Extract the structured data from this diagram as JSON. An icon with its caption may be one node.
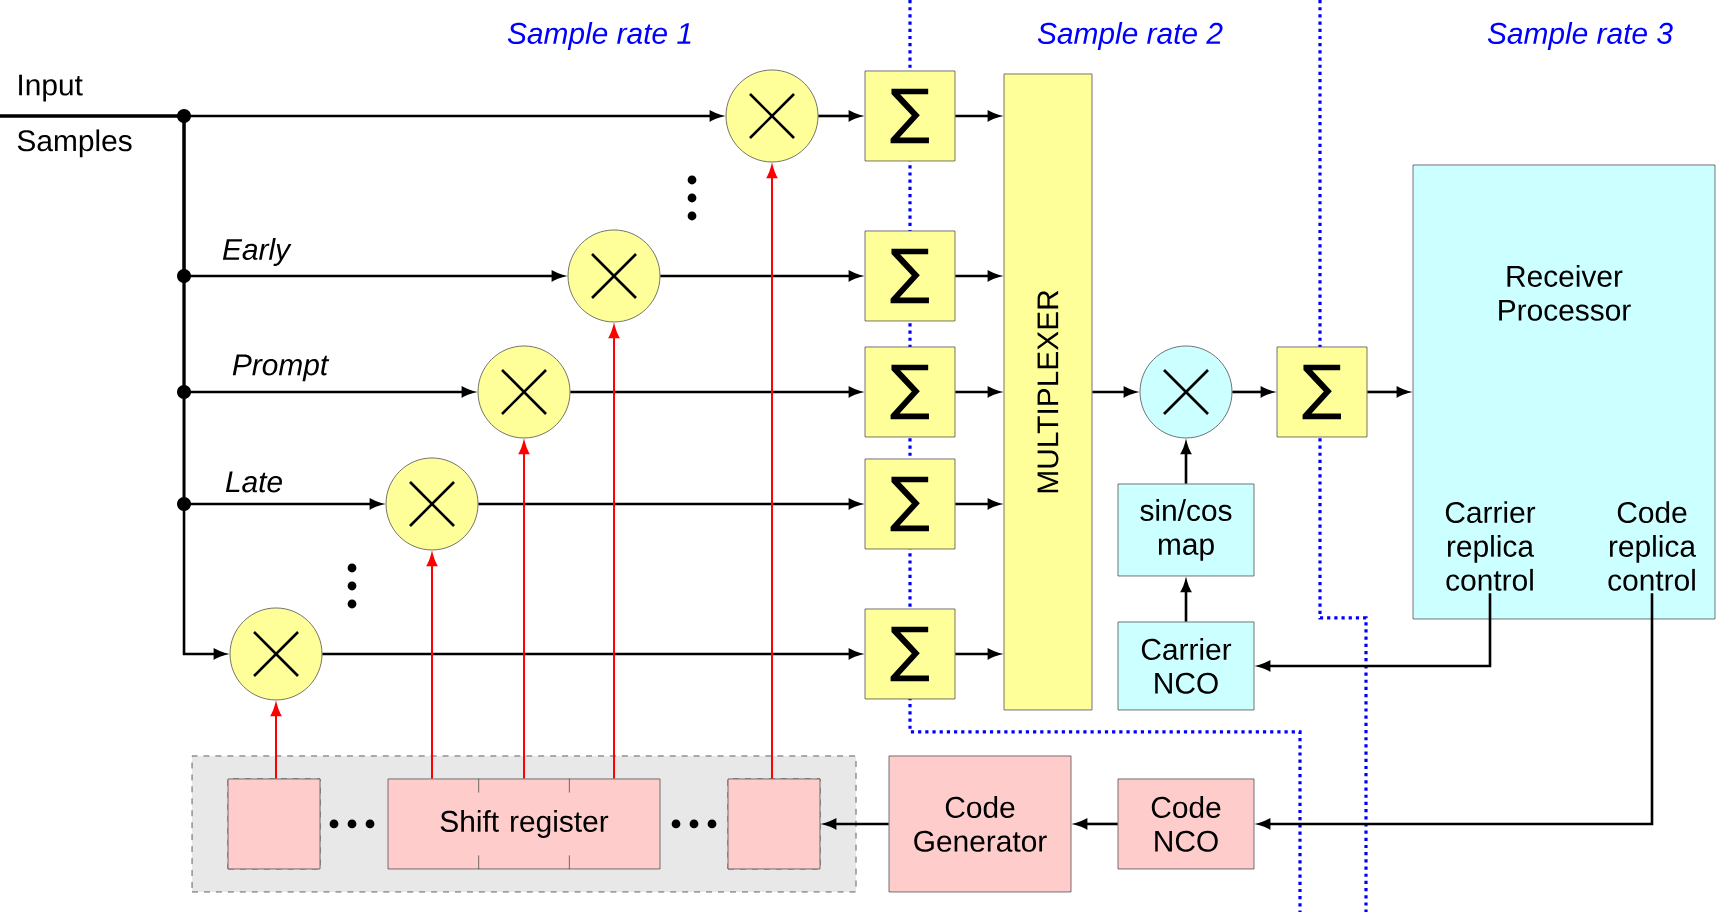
{
  "diagram": {
    "nodes": [
      {
        "text": [
          "Input Samples"
        ]
      },
      {
        "text": [],
        "shape": "circle"
      },
      {
        "text": [],
        "shape": "circle"
      },
      {
        "text": [],
        "shape": "circle"
      },
      {
        "text": [],
        "shape": "circle"
      },
      {
        "text": [],
        "shape": "circle"
      },
      {
        "text": [
          "∑"
        ]
      },
      {
        "text": [
          "∑"
        ]
      },
      {
        "text": [
          "∑"
        ]
      },
      {
        "text": [
          "∑"
        ]
      },
      {
        "text": [
          "∑"
        ]
      },
      {
        "text": [
          "MULTIPLEXER"
        ]
      },
      {
        "text": [],
        "shape": "circle"
      },
      {
        "text": [
          "sin/cos map"
        ]
      },
      {
        "text": [
          "Carrier NCO"
        ]
      },
      {
        "text": [
          "∑"
        ]
      },
      {
        "text": [
          "Receiver Processor"
        ]
      },
      {
        "text": [
          "Carrier replica control"
        ],
        "in": 16
      },
      {
        "text": [
          "Code replica control"
        ],
        "in": 16
      },
      {
        "text": [
          "Code NCO"
        ]
      },
      {
        "text": [
          "Code Generator"
        ]
      },
      {
        "text": [],
        "shape": "box"
      },
      {
        "text": [],
        "shape": "box",
        "in": 21
      },
      {
        "text": [
          "Shift register"
        ],
        "in": 21
      },
      {
        "text": [],
        "shape": "box",
        "in": 21
      }
    ],
    "edges": [
      {
        "from": 0,
        "to": 1,
        "arrow": "to"
      },
      {
        "from": 0,
        "to": 2,
        "arrow": "to",
        "label": "Early"
      },
      {
        "from": 0,
        "to": 3,
        "arrow": "to",
        "label": "Prompt"
      },
      {
        "from": 0,
        "to": 4,
        "arrow": "to",
        "label": "Late"
      },
      {
        "from": 0,
        "to": 5,
        "arrow": "to"
      },
      {
        "from": 1,
        "to": 6,
        "arrow": "to"
      },
      {
        "from": 2,
        "to": 7,
        "arrow": "to"
      },
      {
        "from": 3,
        "to": 8,
        "arrow": "to"
      },
      {
        "from": 4,
        "to": 9,
        "arrow": "to"
      },
      {
        "from": 5,
        "to": 10,
        "arrow": "to"
      },
      {
        "from": 6,
        "to": 11,
        "arrow": "to"
      },
      {
        "from": 7,
        "to": 11,
        "arrow": "to"
      },
      {
        "from": 8,
        "to": 11,
        "arrow": "to"
      },
      {
        "from": 9,
        "to": 11,
        "arrow": "to"
      },
      {
        "from": 10,
        "to": 11,
        "arrow": "to"
      },
      {
        "from": 11,
        "to": 12,
        "arrow": "to"
      },
      {
        "from": 12,
        "to": 15,
        "arrow": "to"
      },
      {
        "from": 15,
        "to": 16,
        "arrow": "to"
      },
      {
        "from": 13,
        "to": 12,
        "arrow": "to"
      },
      {
        "from": 14,
        "to": 13,
        "arrow": "to"
      },
      {
        "from": 17,
        "to": 14,
        "arrow": "to"
      },
      {
        "from": 18,
        "to": 19,
        "arrow": "to"
      },
      {
        "from": 19,
        "to": 20,
        "arrow": "to"
      },
      {
        "from": 20,
        "to": 24,
        "arrow": "to"
      },
      {
        "from": 22,
        "to": 5,
        "arrow": "to",
        "color": "#ff0000"
      },
      {
        "from": 23,
        "to": 4,
        "arrow": "to",
        "color": "#ff0000"
      },
      {
        "from": 23,
        "to": 3,
        "arrow": "to",
        "color": "#ff0000"
      },
      {
        "from": 23,
        "to": 2,
        "arrow": "to",
        "color": "#ff0000"
      },
      {
        "from": 24,
        "to": 1,
        "arrow": "to",
        "color": "#ff0000"
      }
    ],
    "labels": [
      "Sample rate 1",
      "Sample rate 2",
      "Sample rate 3"
    ]
  }
}
